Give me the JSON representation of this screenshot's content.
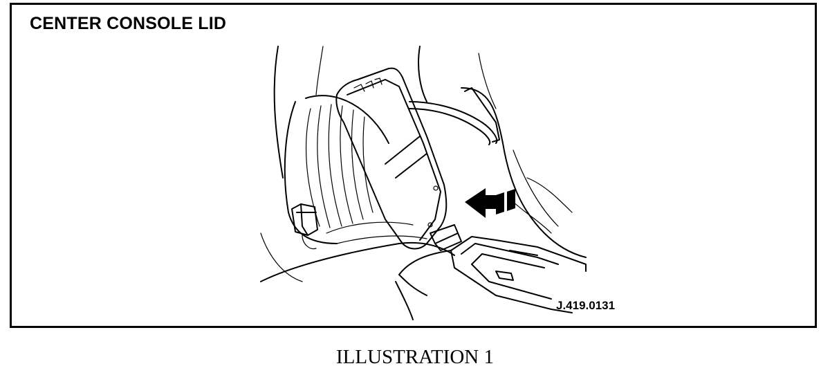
{
  "frame": {
    "title": "CENTER CONSOLE LID",
    "reference_code": "J.419.0131"
  },
  "caption": "ILLUSTRATION 1"
}
